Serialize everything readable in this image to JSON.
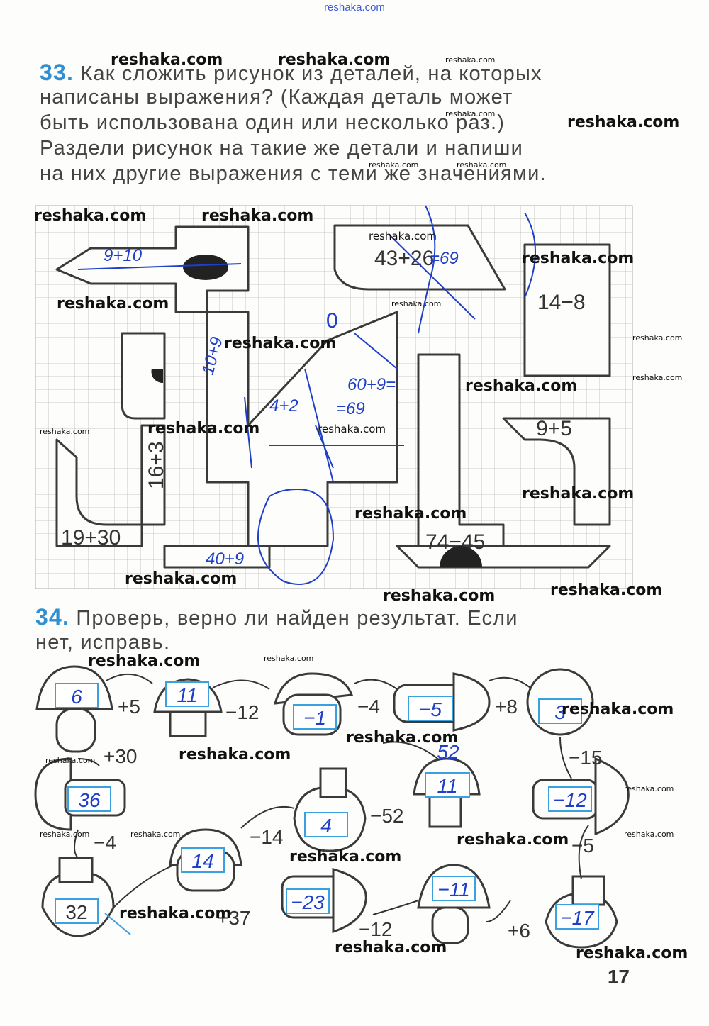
{
  "site_header": "reshaka.com",
  "task33": {
    "number": "33.",
    "lines": [
      "Как сложить рисунок из деталей, на которых",
      "написаны выражения? (Каждая деталь может",
      "быть использована один или несколько раз.)",
      "Раздели рисунок на такие же детали и напиши",
      "на них другие выражения с теми же значениями."
    ],
    "printed_expressions": [
      "43+26",
      "14−8",
      "16+3",
      "9+5",
      "19+30",
      "74−45"
    ],
    "handwritten": [
      "9+10",
      "=69",
      "10+9",
      "4+2",
      "60+9=",
      "=69",
      "40+9",
      "0"
    ]
  },
  "task34": {
    "number": "34.",
    "lines": [
      "Проверь, верно ли найден результат. Если",
      "нет, исправь."
    ],
    "ops": [
      "+5",
      "−12",
      "−4",
      "+8",
      "+30",
      "−15",
      "−52",
      "−14",
      "−4",
      "−5",
      "+37",
      "−12",
      "+6"
    ],
    "boxes": [
      "6",
      "11",
      "−1",
      "−5",
      "3",
      "36",
      "11",
      "−12",
      "4",
      "14",
      "32",
      "−23",
      "−11",
      "−17"
    ],
    "corrections": [
      "52"
    ]
  },
  "watermark": "reshaka.com",
  "page_number": "17",
  "colors": {
    "ink_blue": "#1f3fc8",
    "task_number_blue": "#2f8fd0",
    "box_blue": "#3aa0e0"
  }
}
